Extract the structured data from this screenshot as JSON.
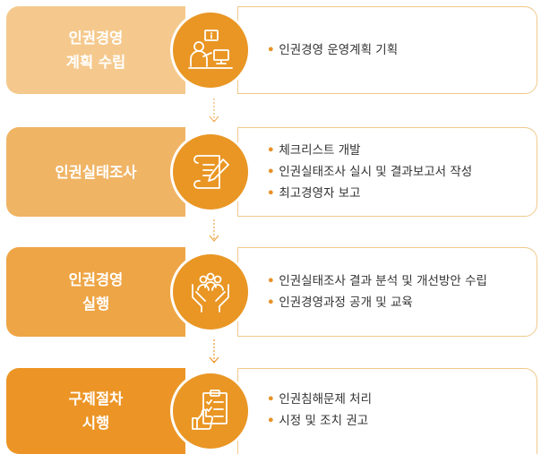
{
  "steps": [
    {
      "title_line1": "인권경영",
      "title_line2": "계획 수립",
      "icon": "presentation-person-icon",
      "bullets": [
        "인권경영 운영계획 기획"
      ]
    },
    {
      "title_line1": "인권실태조사",
      "title_line2": "",
      "icon": "document-pen-icon",
      "bullets": [
        "체크리스트 개발",
        "인권실태조사 실시 및 결과보고서 작성",
        "최고경영자 보고"
      ]
    },
    {
      "title_line1": "인권경영",
      "title_line2": "실행",
      "icon": "hands-people-icon",
      "bullets": [
        "인권실태조사 결과 분석 및 개선방안 수립",
        "인권경영과정 공개 및 교육"
      ]
    },
    {
      "title_line1": "구제절차",
      "title_line2": "시행",
      "icon": "checklist-thumbs-up-icon",
      "bullets": [
        "인권침해문제 처리",
        "시정 및 조치 권고"
      ]
    }
  ],
  "colors": {
    "step1_box": "#f5c98d",
    "step2_box": "#f0b465",
    "step3_box": "#eea545",
    "step4_box": "#ec9526",
    "circle": "#e99624",
    "border": "#f0c98a"
  }
}
